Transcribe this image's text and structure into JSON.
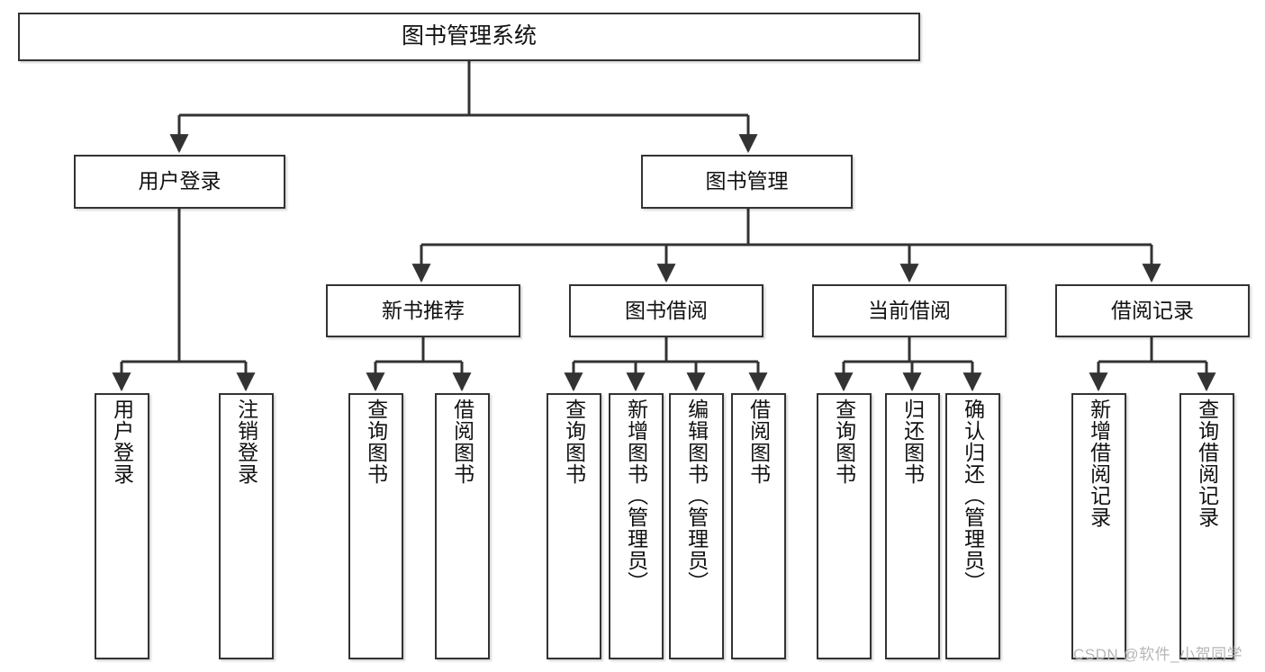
{
  "diagram": {
    "title": "图书管理系统",
    "stroke_color": "#333333",
    "text_color": "#111111",
    "background_color": "#ffffff"
  },
  "root": {
    "label": "图书管理系统"
  },
  "level2": [
    {
      "label": "用户登录"
    },
    {
      "label": "图书管理"
    }
  ],
  "level3": [
    {
      "label": "新书推荐"
    },
    {
      "label": "图书借阅"
    },
    {
      "label": "当前借阅"
    },
    {
      "label": "借阅记录"
    }
  ],
  "leaves": [
    {
      "label": "用户登录",
      "parent": "用户登录"
    },
    {
      "label": "注销登录",
      "parent": "用户登录"
    },
    {
      "label": "查询图书",
      "parent": "新书推荐"
    },
    {
      "label": "借阅图书",
      "parent": "新书推荐"
    },
    {
      "label": "查询图书",
      "parent": "图书借阅"
    },
    {
      "label": "新增图书（管理员）",
      "parent": "图书借阅"
    },
    {
      "label": "编辑图书（管理员）",
      "parent": "图书借阅"
    },
    {
      "label": "借阅图书",
      "parent": "图书借阅"
    },
    {
      "label": "查询图书",
      "parent": "当前借阅"
    },
    {
      "label": "归还图书",
      "parent": "当前借阅"
    },
    {
      "label": "确认归还（管理员）",
      "parent": "当前借阅"
    },
    {
      "label": "新增借阅记录",
      "parent": "借阅记录"
    },
    {
      "label": "查询借阅记录",
      "parent": "借阅记录"
    }
  ],
  "watermark": {
    "text": "CSDN @软件_小贺同学"
  }
}
